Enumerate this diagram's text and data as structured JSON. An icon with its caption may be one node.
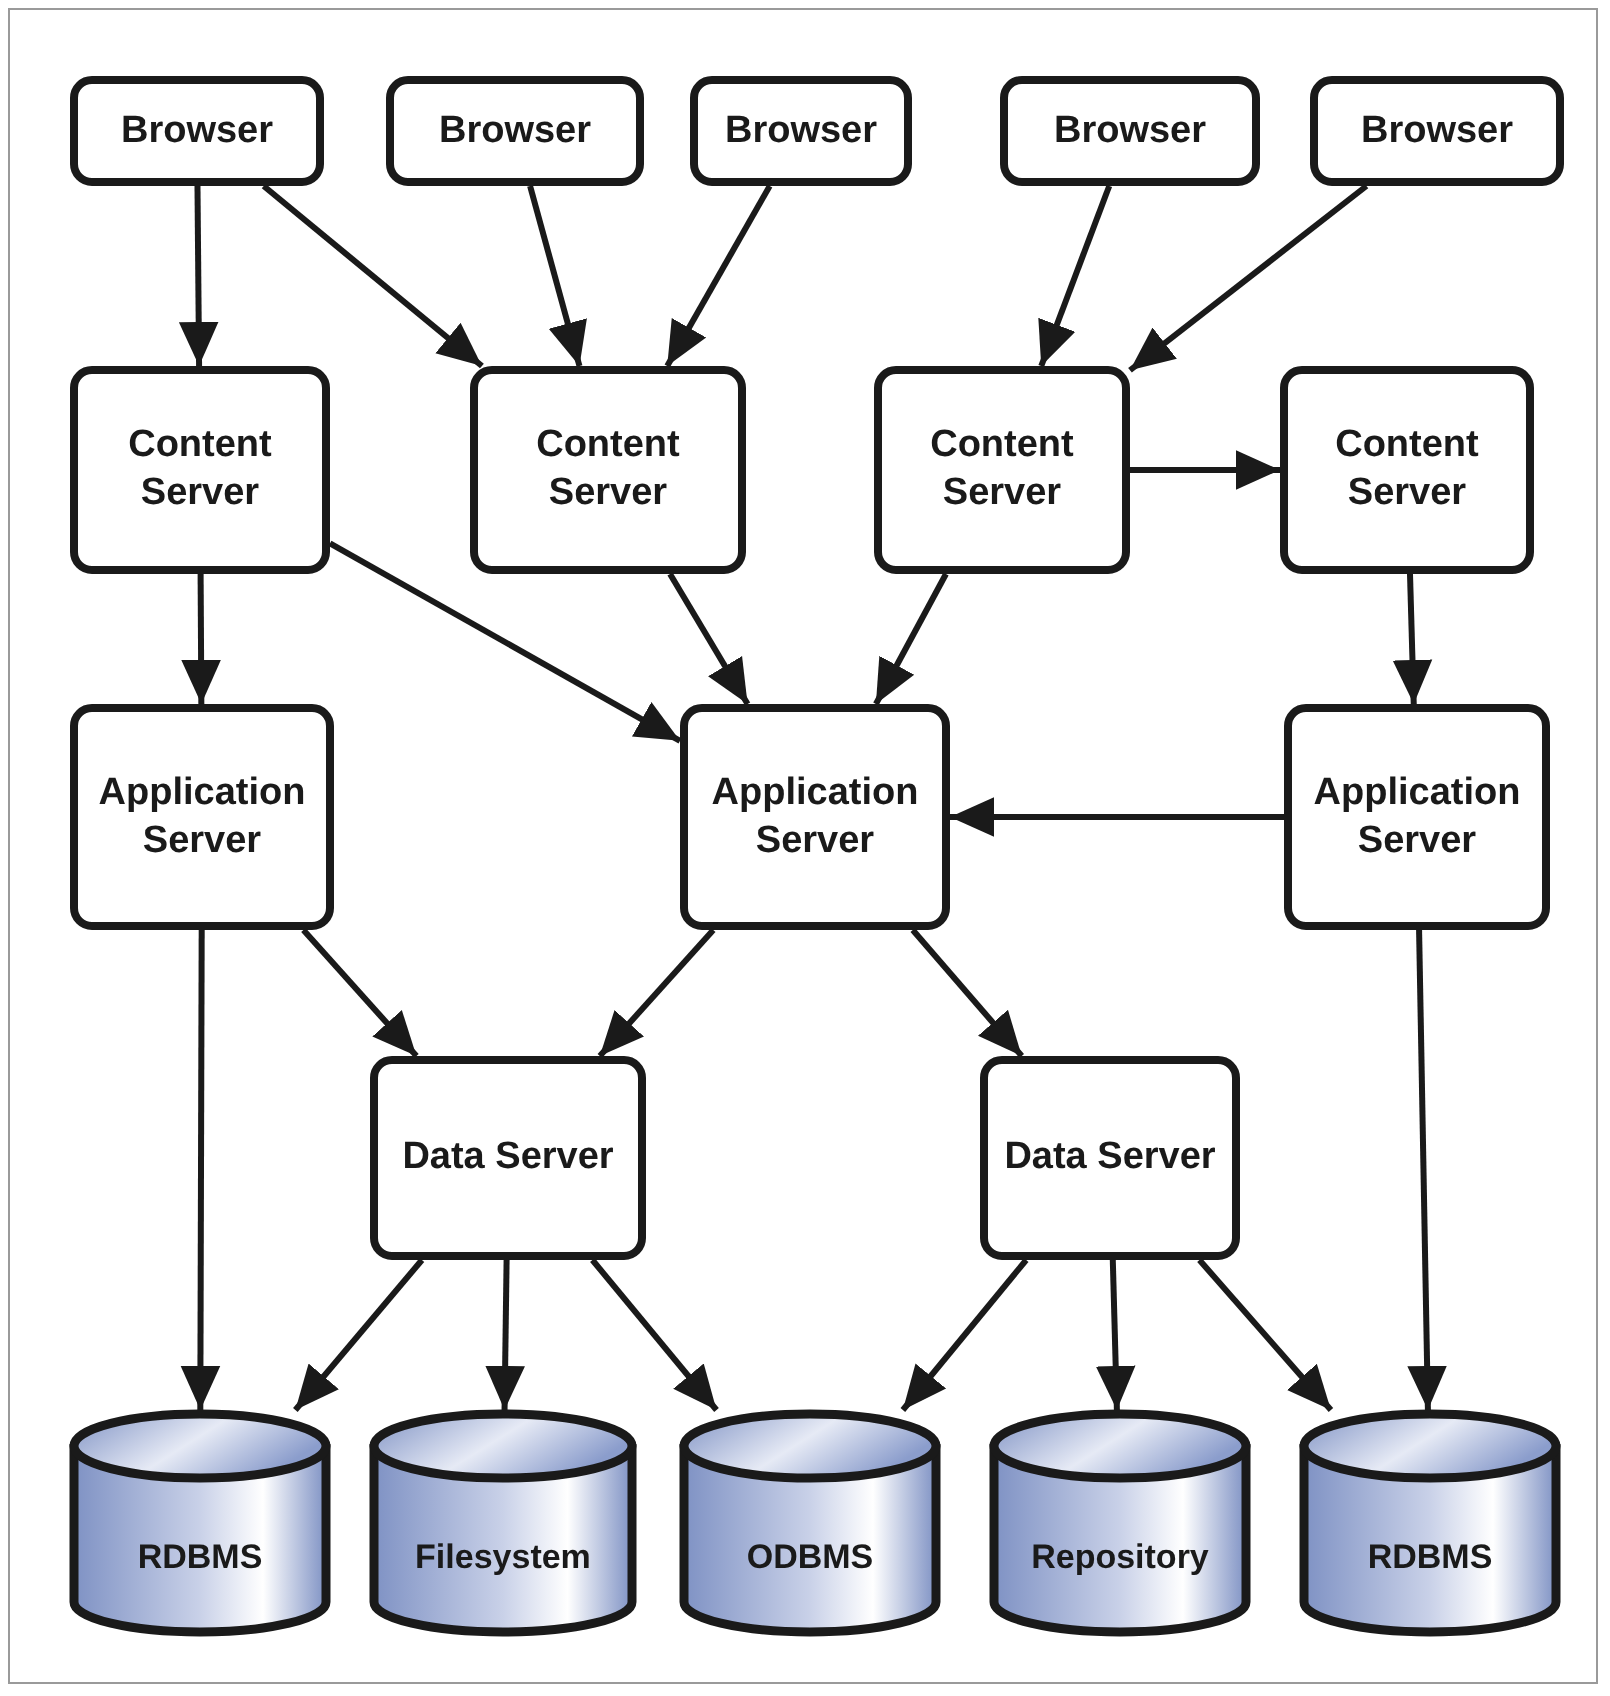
{
  "diagram": {
    "nodes": [
      {
        "text": [
          "Browser"
        ]
      },
      {
        "text": [
          "Browser"
        ]
      },
      {
        "text": [
          "Browser"
        ]
      },
      {
        "text": [
          "Browser"
        ]
      },
      {
        "text": [
          "Browser"
        ]
      },
      {
        "text": [
          "Content Server"
        ]
      },
      {
        "text": [
          "Content Server"
        ]
      },
      {
        "text": [
          "Content Server"
        ]
      },
      {
        "text": [
          "Content Server"
        ]
      },
      {
        "text": [
          "Application Server"
        ]
      },
      {
        "text": [
          "Application Server"
        ]
      },
      {
        "text": [
          "Application Server"
        ]
      },
      {
        "text": [
          "Data Server"
        ]
      },
      {
        "text": [
          "Data Server"
        ]
      },
      {
        "text": [
          "RDBMS"
        ]
      },
      {
        "text": [
          "Filesystem"
        ]
      },
      {
        "text": [
          "ODBMS"
        ]
      },
      {
        "text": [
          "Repository"
        ]
      },
      {
        "text": [
          "RDBMS"
        ]
      }
    ],
    "edges": [
      {
        "from": 0,
        "to": 5,
        "arrow": "to"
      },
      {
        "from": 0,
        "to": 6,
        "arrow": "to"
      },
      {
        "from": 1,
        "to": 6,
        "arrow": "to"
      },
      {
        "from": 2,
        "to": 6,
        "arrow": "to"
      },
      {
        "from": 3,
        "to": 7,
        "arrow": "to"
      },
      {
        "from": 4,
        "to": 7,
        "arrow": "to"
      },
      {
        "from": 7,
        "to": 8,
        "arrow": "to"
      },
      {
        "from": 5,
        "to": 9,
        "arrow": "to"
      },
      {
        "from": 5,
        "to": 10,
        "arrow": "to"
      },
      {
        "from": 6,
        "to": 10,
        "arrow": "to"
      },
      {
        "from": 7,
        "to": 10,
        "arrow": "to"
      },
      {
        "from": 8,
        "to": 11,
        "arrow": "to"
      },
      {
        "from": 11,
        "to": 10,
        "arrow": "to"
      },
      {
        "from": 9,
        "to": 12,
        "arrow": "to"
      },
      {
        "from": 10,
        "to": 12,
        "arrow": "to"
      },
      {
        "from": 10,
        "to": 13,
        "arrow": "to"
      },
      {
        "from": 9,
        "to": 14,
        "arrow": "to"
      },
      {
        "from": 12,
        "to": 14,
        "arrow": "to"
      },
      {
        "from": 12,
        "to": 15,
        "arrow": "to"
      },
      {
        "from": 12,
        "to": 16,
        "arrow": "to"
      },
      {
        "from": 13,
        "to": 16,
        "arrow": "to"
      },
      {
        "from": 13,
        "to": 17,
        "arrow": "to"
      },
      {
        "from": 13,
        "to": 18,
        "arrow": "to"
      },
      {
        "from": 11,
        "to": 18,
        "arrow": "to"
      }
    ]
  }
}
